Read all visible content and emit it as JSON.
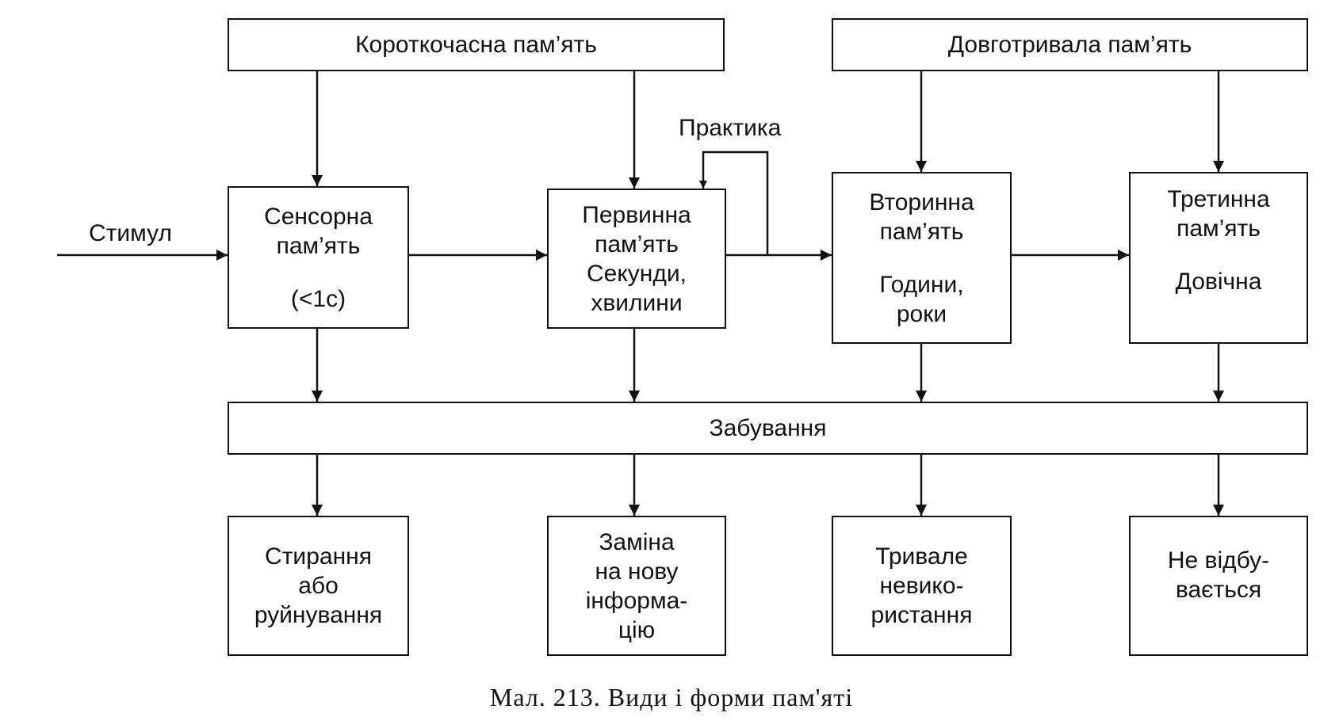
{
  "top_boxes": {
    "short_term": "Короткочасна пам’ять",
    "long_term": "Довготривала пам’ять"
  },
  "stimulus": "Стимул",
  "practice": "Практика",
  "stages": {
    "sensory": {
      "line1": "Сенсорна",
      "line2": "пам’ять",
      "duration": "(<1с)"
    },
    "primary": {
      "line1": "Первинна",
      "line2": "пам’ять",
      "line3": "Секунди,",
      "line4": "хвилини"
    },
    "secondary": {
      "line1": "Вторинна",
      "line2": "пам’ять",
      "line3": "Години,",
      "line4": "роки"
    },
    "tertiary": {
      "line1": "Третинна",
      "line2": "пам’ять",
      "line3": "Довічна"
    }
  },
  "forgetting": "Забування",
  "outcomes": {
    "erasure": {
      "line1": "Стирання",
      "line2": "або",
      "line3": "руйнування"
    },
    "replacement": {
      "line1": "Заміна",
      "line2": "на нову",
      "line3": "інформа-",
      "line4": "цію"
    },
    "disuse": {
      "line1": "Тривале",
      "line2": "невико-",
      "line3": "ристання"
    },
    "none": {
      "line1": "Не відбу-",
      "line2": "вається"
    }
  },
  "caption": "Мал. 213. Види і форми пам'яті"
}
